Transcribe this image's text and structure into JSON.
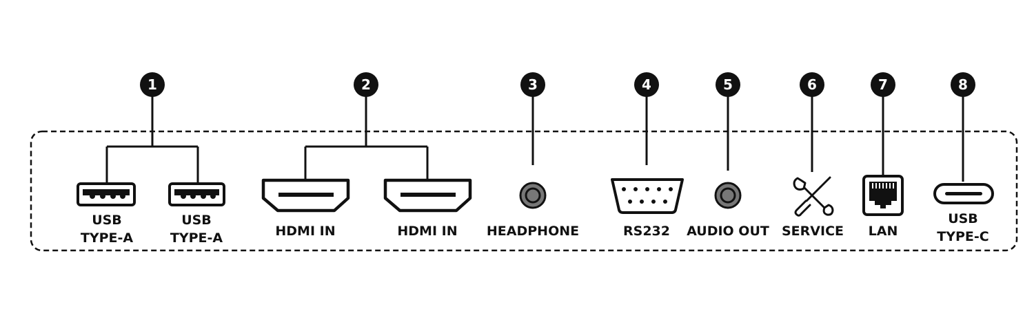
{
  "colors": {
    "ink": "#111111",
    "badge_text": "#ffffff",
    "panel_border": "#111111",
    "port_gray": "#777777"
  },
  "callouts": [
    "1",
    "2",
    "3",
    "4",
    "5",
    "6",
    "7",
    "8"
  ],
  "ports": [
    {
      "callout": "1",
      "icon": "usb-type-a-icon",
      "label": [
        "USB",
        "TYPE-A"
      ]
    },
    {
      "callout": "1",
      "icon": "usb-type-a-icon",
      "label": [
        "USB",
        "TYPE-A"
      ]
    },
    {
      "callout": "2",
      "icon": "hdmi-icon",
      "label": [
        "HDMI IN"
      ]
    },
    {
      "callout": "2",
      "icon": "hdmi-icon",
      "label": [
        "HDMI IN"
      ]
    },
    {
      "callout": "3",
      "icon": "headphone-jack-icon",
      "label": [
        "HEADPHONE"
      ]
    },
    {
      "callout": "4",
      "icon": "rs232-icon",
      "label": [
        "RS232"
      ]
    },
    {
      "callout": "5",
      "icon": "audio-jack-icon",
      "label": [
        "AUDIO OUT"
      ]
    },
    {
      "callout": "6",
      "icon": "service-tools-icon",
      "label": [
        "SERVICE"
      ]
    },
    {
      "callout": "7",
      "icon": "lan-port-icon",
      "label": [
        "LAN"
      ]
    },
    {
      "callout": "8",
      "icon": "usb-type-c-icon",
      "label": [
        "USB",
        "TYPE-C"
      ]
    }
  ]
}
